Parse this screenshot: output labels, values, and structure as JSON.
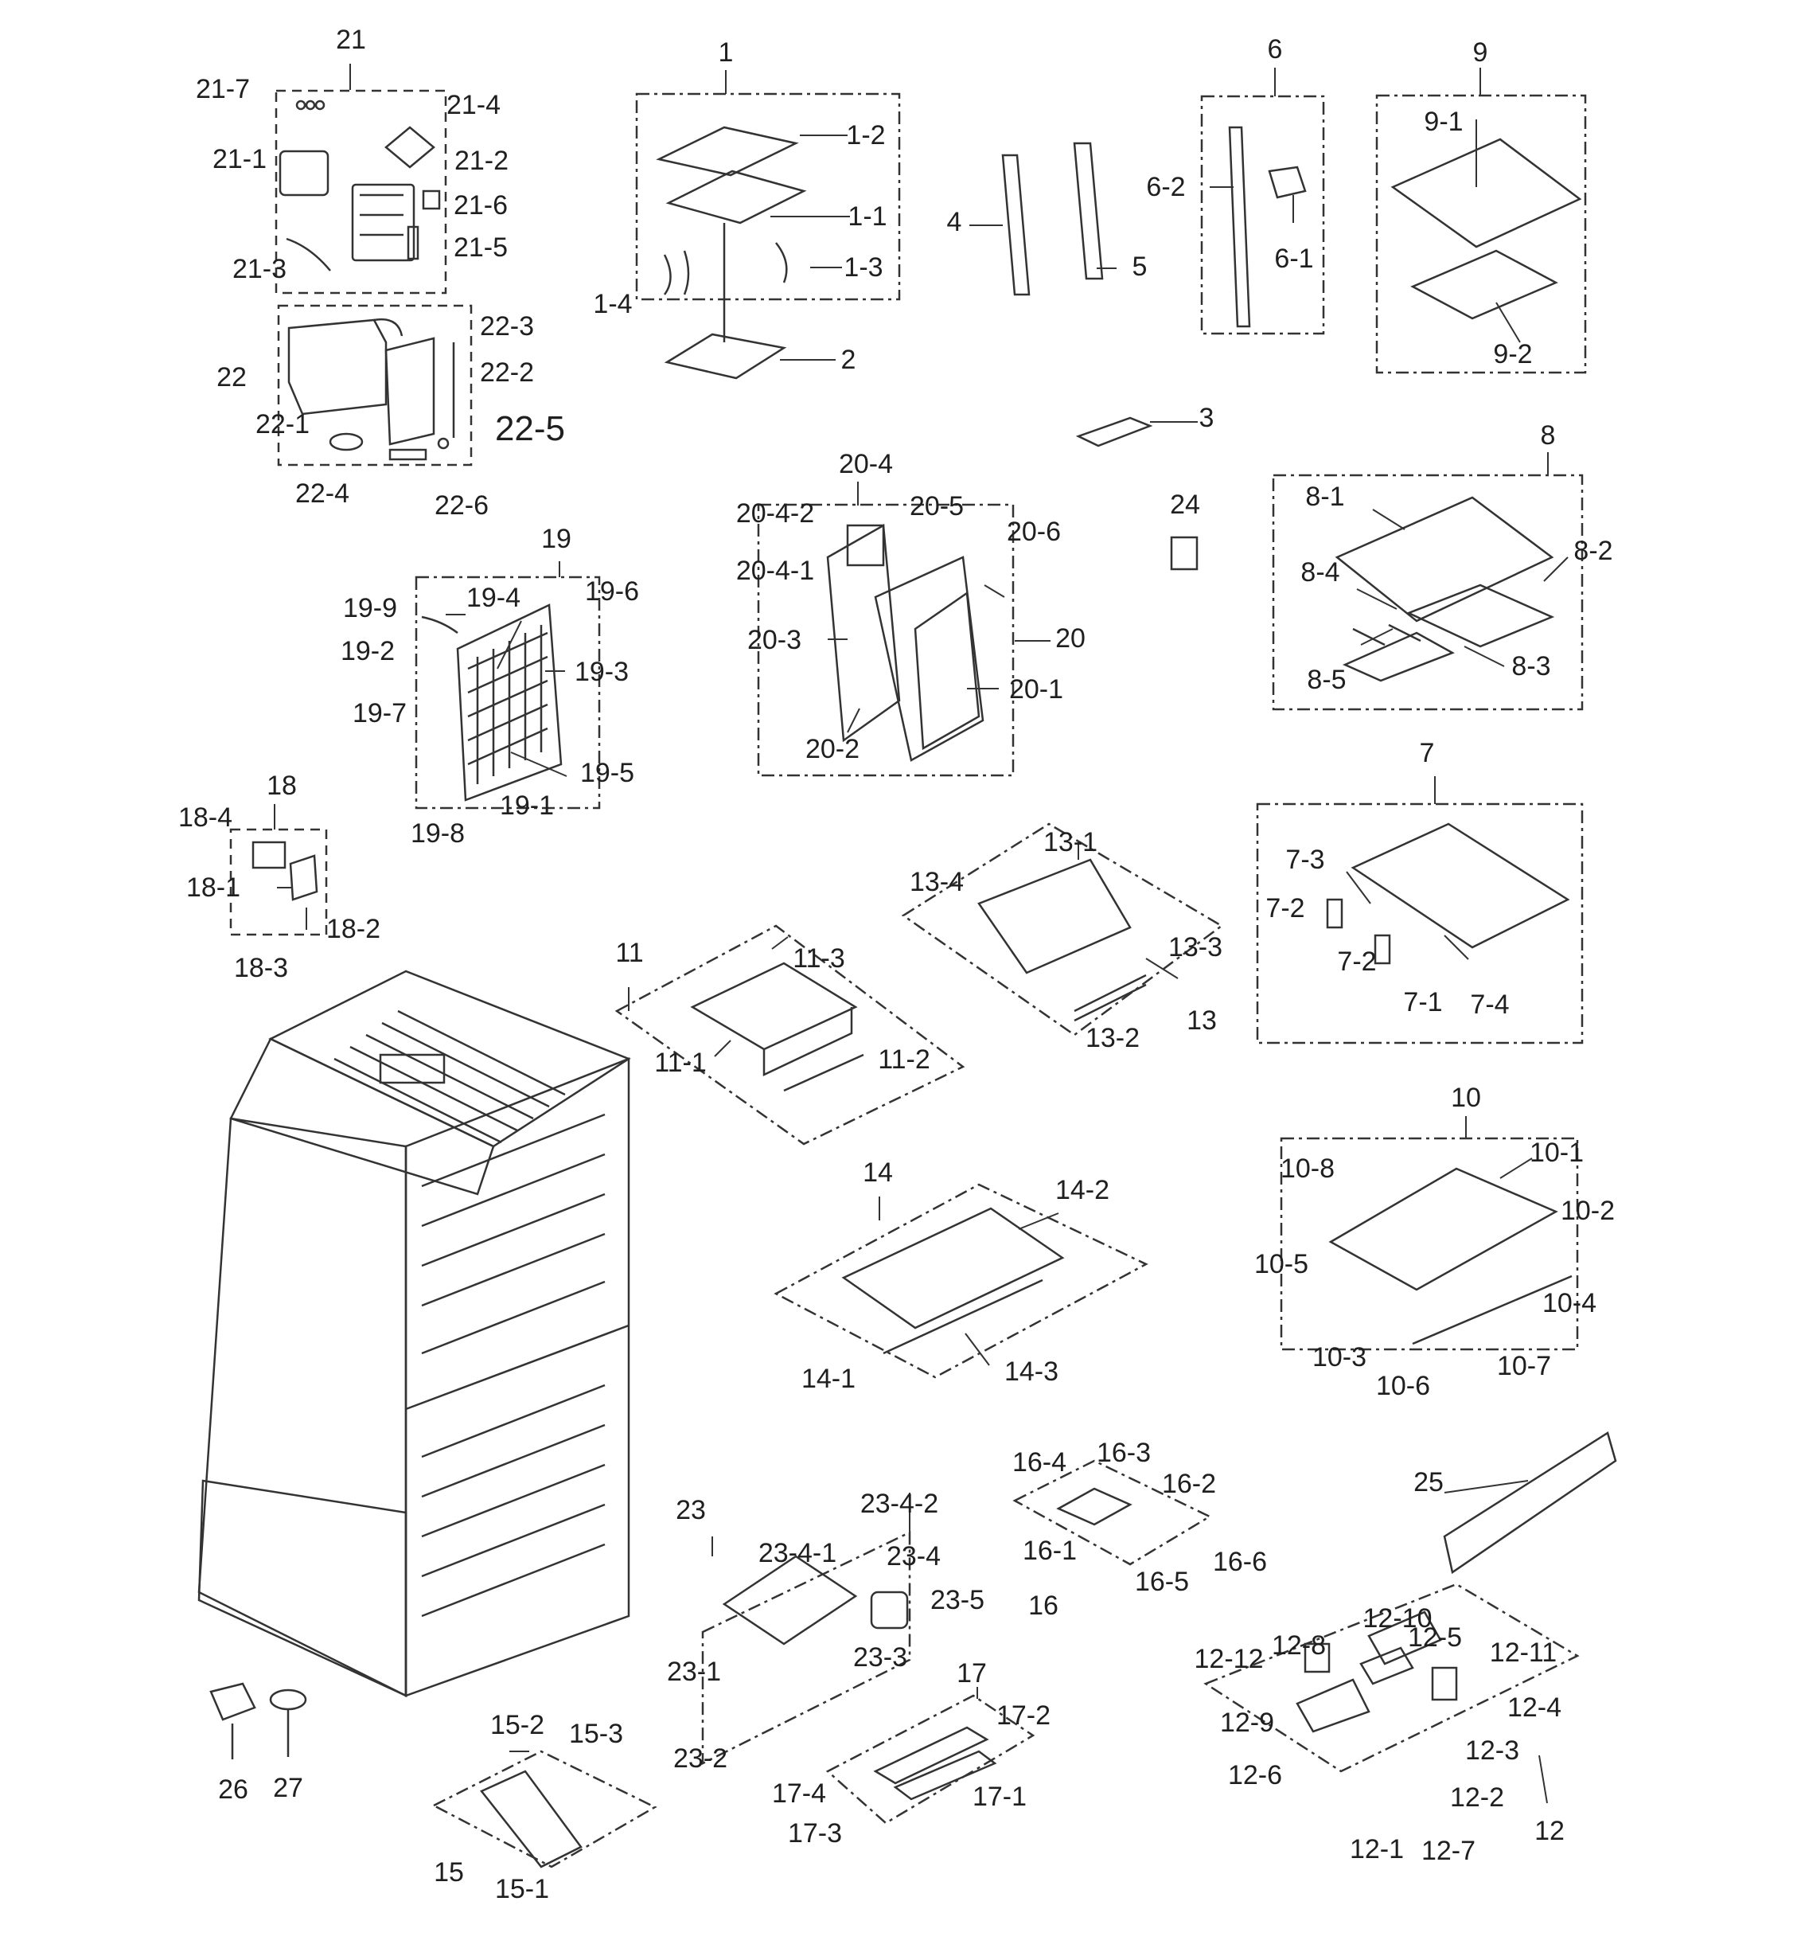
{
  "labels": {
    "l1": "1",
    "l1_1": "1-1",
    "l1_2": "1-2",
    "l1_3": "1-3",
    "l1_4": "1-4",
    "l2": "2",
    "l3": "3",
    "l4": "4",
    "l5": "5",
    "l6": "6",
    "l6_1": "6-1",
    "l6_2": "6-2",
    "l7": "7",
    "l7_1": "7-1",
    "l7_2a": "7-2",
    "l7_2b": "7-2",
    "l7_3": "7-3",
    "l7_4": "7-4",
    "l8": "8",
    "l8_1": "8-1",
    "l8_2": "8-2",
    "l8_3": "8-3",
    "l8_4": "8-4",
    "l8_5": "8-5",
    "l9": "9",
    "l9_1": "9-1",
    "l9_2": "9-2",
    "l10": "10",
    "l10_1": "10-1",
    "l10_2": "10-2",
    "l10_3": "10-3",
    "l10_4": "10-4",
    "l10_5": "10-5",
    "l10_6": "10-6",
    "l10_7": "10-7",
    "l10_8": "10-8",
    "l11": "11",
    "l11_1": "11-1",
    "l11_2": "11-2",
    "l11_3": "11-3",
    "l12": "12",
    "l12_1": "12-1",
    "l12_2": "12-2",
    "l12_3": "12-3",
    "l12_4": "12-4",
    "l12_5": "12-5",
    "l12_6": "12-6",
    "l12_7": "12-7",
    "l12_8": "12-8",
    "l12_9": "12-9",
    "l12_10": "12-10",
    "l12_11": "12-11",
    "l12_12": "12-12",
    "l13": "13",
    "l13_1": "13-1",
    "l13_2": "13-2",
    "l13_3": "13-3",
    "l13_4": "13-4",
    "l14": "14",
    "l14_1": "14-1",
    "l14_2": "14-2",
    "l14_3": "14-3",
    "l15": "15",
    "l15_1": "15-1",
    "l15_2": "15-2",
    "l15_3": "15-3",
    "l16": "16",
    "l16_1": "16-1",
    "l16_2": "16-2",
    "l16_3": "16-3",
    "l16_4": "16-4",
    "l16_5": "16-5",
    "l16_6": "16-6",
    "l17": "17",
    "l17_1": "17-1",
    "l17_2": "17-2",
    "l17_3": "17-3",
    "l17_4": "17-4",
    "l18": "18",
    "l18_1": "18-1",
    "l18_2": "18-2",
    "l18_3": "18-3",
    "l18_4": "18-4",
    "l19": "19",
    "l19_1": "19-1",
    "l19_2": "19-2",
    "l19_3": "19-3",
    "l19_4": "19-4",
    "l19_5": "19-5",
    "l19_6": "19-6",
    "l19_7": "19-7",
    "l19_8": "19-8",
    "l19_9": "19-9",
    "l20": "20",
    "l20_1": "20-1",
    "l20_2": "20-2",
    "l20_3": "20-3",
    "l20_4": "20-4",
    "l20_4_1": "20-4-1",
    "l20_4_2": "20-4-2",
    "l20_5": "20-5",
    "l20_6": "20-6",
    "l21": "21",
    "l21_1": "21-1",
    "l21_2": "21-2",
    "l21_3": "21-3",
    "l21_4": "21-4",
    "l21_5": "21-5",
    "l21_6": "21-6",
    "l21_7": "21-7",
    "l22": "22",
    "l22_1": "22-1",
    "l22_2": "22-2",
    "l22_3": "22-3",
    "l22_4": "22-4",
    "l22_5": "22-5",
    "l22_6": "22-6",
    "l23": "23",
    "l23_1": "23-1",
    "l23_2": "23-2",
    "l23_3": "23-3",
    "l23_4": "23-4",
    "l23_4_1": "23-4-1",
    "l23_4_2": "23-4-2",
    "l23_5": "23-5",
    "l24": "24",
    "l25": "25",
    "l26": "26",
    "l27": "27"
  }
}
